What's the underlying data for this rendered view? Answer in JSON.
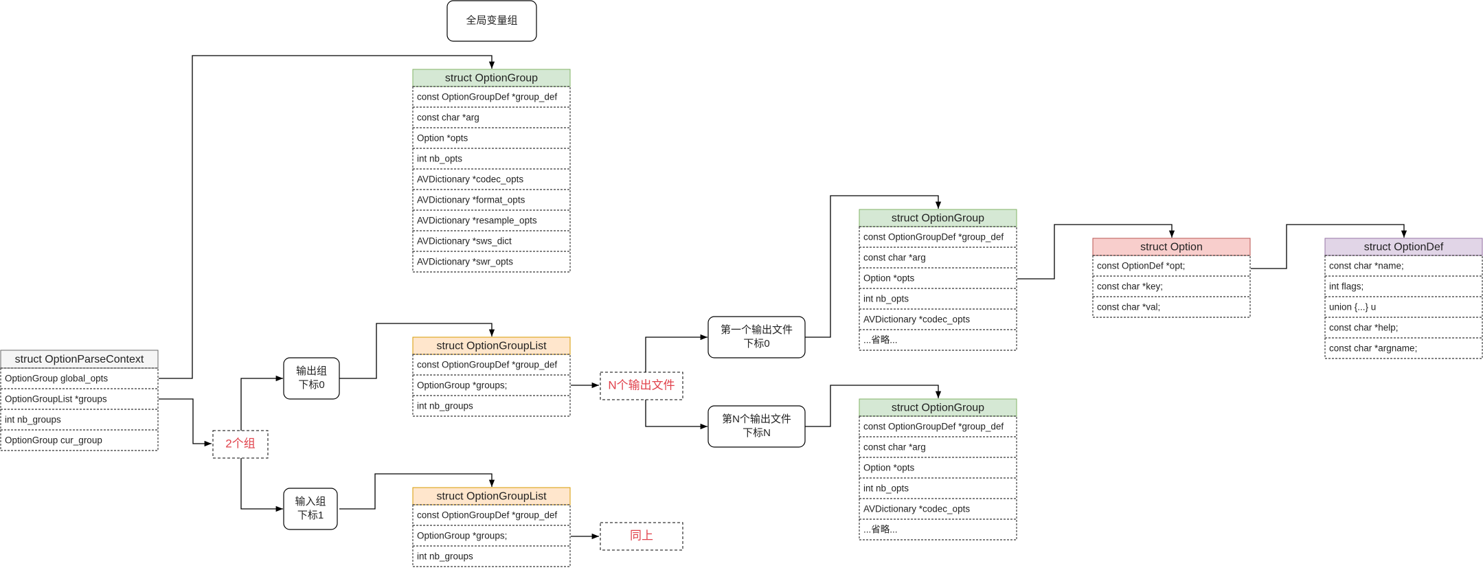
{
  "colors": {
    "green_header": "#d5e8d4",
    "green_border": "#82b366",
    "orange_header": "#ffe6cc",
    "orange_border": "#d79b00",
    "red_header": "#f8cecc",
    "red_border": "#b85450",
    "purple_header": "#e1d5e7",
    "purple_border": "#9673a6",
    "gray_header": "#f5f5f5",
    "gray_border": "#666666",
    "annotation_text": "#e0404a",
    "line": "#000000"
  },
  "labels": {
    "global_group": "全局变量组",
    "output_group": [
      "输出组",
      "下标0"
    ],
    "input_group": [
      "输入组",
      "下标1"
    ],
    "first_output": [
      "第一个输出文件",
      "下标0"
    ],
    "nth_output": [
      "第N个输出文件",
      "下标N"
    ],
    "two_groups": "2个组",
    "n_output_files": "N个输出文件",
    "same_above": "同上"
  },
  "structs": {
    "parse_context": {
      "title": "struct OptionParseContext",
      "fields": [
        "OptionGroup global_opts",
        "OptionGroupList *groups",
        "int nb_groups",
        "OptionGroup cur_group"
      ]
    },
    "global_option_group": {
      "title": "struct OptionGroup",
      "fields": [
        "const OptionGroupDef *group_def",
        "const char *arg",
        "Option *opts",
        "int nb_opts",
        "AVDictionary *codec_opts",
        "AVDictionary *format_opts",
        "AVDictionary *resample_opts",
        "AVDictionary *sws_dict",
        "AVDictionary *swr_opts"
      ]
    },
    "output_group_list": {
      "title": "struct OptionGroupList",
      "fields": [
        "const OptionGroupDef *group_def",
        "OptionGroup *groups;",
        "int nb_groups"
      ]
    },
    "input_group_list": {
      "title": "struct OptionGroupList",
      "fields": [
        "const OptionGroupDef *group_def",
        "OptionGroup *groups;",
        "int nb_groups"
      ]
    },
    "first_option_group": {
      "title": "struct OptionGroup",
      "fields": [
        "const OptionGroupDef *group_def",
        "const char *arg",
        "Option *opts",
        "int nb_opts",
        "AVDictionary *codec_opts",
        "...省略..."
      ]
    },
    "nth_option_group": {
      "title": "struct OptionGroup",
      "fields": [
        "const OptionGroupDef *group_def",
        "const char *arg",
        "Option *opts",
        "int nb_opts",
        "AVDictionary *codec_opts",
        "...省略..."
      ]
    },
    "option": {
      "title": "struct Option",
      "fields": [
        "const OptionDef *opt;",
        "const char *key;",
        "const char *val;"
      ]
    },
    "option_def": {
      "title": "struct OptionDef",
      "fields": [
        "const char *name;",
        "int flags;",
        "union {...} u",
        "const char *help;",
        "const char *argname;"
      ]
    }
  }
}
